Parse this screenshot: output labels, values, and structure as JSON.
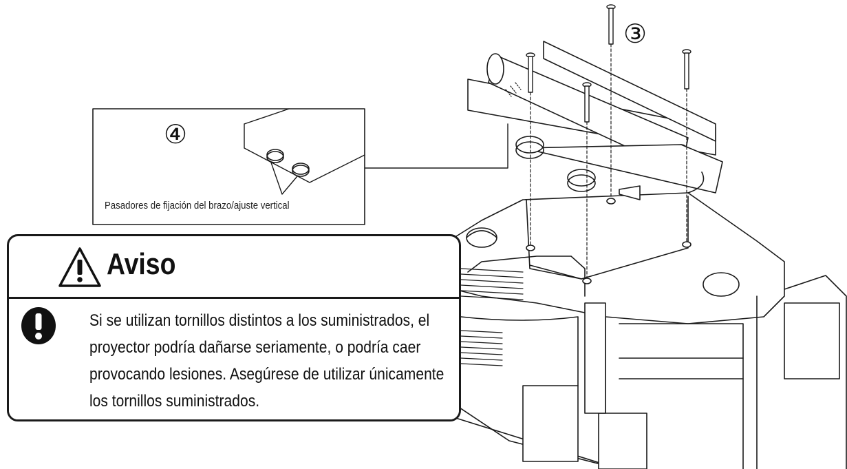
{
  "callouts": {
    "step3": "③",
    "step4": "④"
  },
  "detail": {
    "caption": "Pasadores de fijación del brazo/ajuste vertical"
  },
  "warning": {
    "title": "Aviso",
    "text": "Si se utilizan tornillos distintos a los suministrados, el proyector podría dañarse seriamente, o podría caer provocando  lesiones. Asegúrese  de utilizar únicamente los tornillos suministrados."
  },
  "icons": {
    "warning": "warning-triangle-icon",
    "mandatory": "exclamation-circle-icon"
  }
}
